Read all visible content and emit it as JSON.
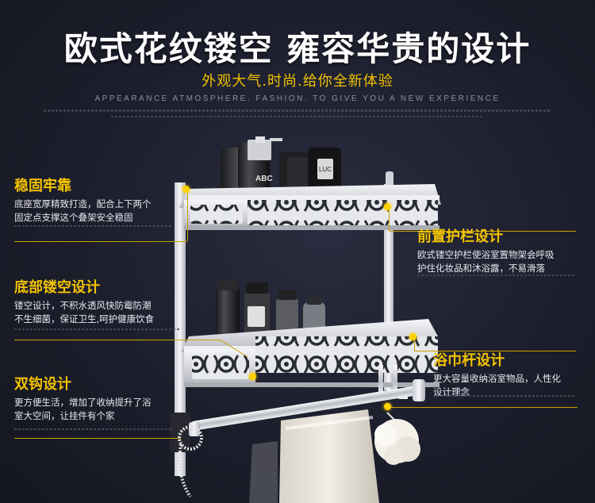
{
  "header": {
    "title": "欧式花纹镂空 雍容华贵的设计",
    "subtitle": "外观大气.时尚.给你全新体验",
    "tagline": "APPEARANCE ATMOSPHERE. FASHION. TO GIVE YOU A NEW EXPERIENCE"
  },
  "product_badges": {
    "bottle_logo": "ABC",
    "tube_text": "LUC"
  },
  "features": [
    {
      "title": "稳固牢靠",
      "lines": [
        "底座宽厚精致打造，配合上下两个",
        "固定点支撑这个叠架安全稳固"
      ]
    },
    {
      "title": "前置护栏设计",
      "lines": [
        "欧式镂空护栏使浴室置物架会呼吸",
        "护住化妆品和沐浴露，不易滑落"
      ]
    },
    {
      "title": "底部镂空设计",
      "lines": [
        "镂空设计，不积水透风快防霉防潮",
        "不生细菌，保证卫生,呵护健康饮食"
      ]
    },
    {
      "title": "浴巾杆设计",
      "lines": [
        "更大容量收纳浴室物品，人性化",
        "设计理念"
      ]
    },
    {
      "title": "双钩设计",
      "lines": [
        "更方便生活，增加了收纳提升了浴",
        "室大空间，让挂件有个家"
      ]
    }
  ],
  "colors": {
    "accent": "#f2c200",
    "background": "#1c1e2c",
    "aluminum": "#dfe1e6"
  }
}
